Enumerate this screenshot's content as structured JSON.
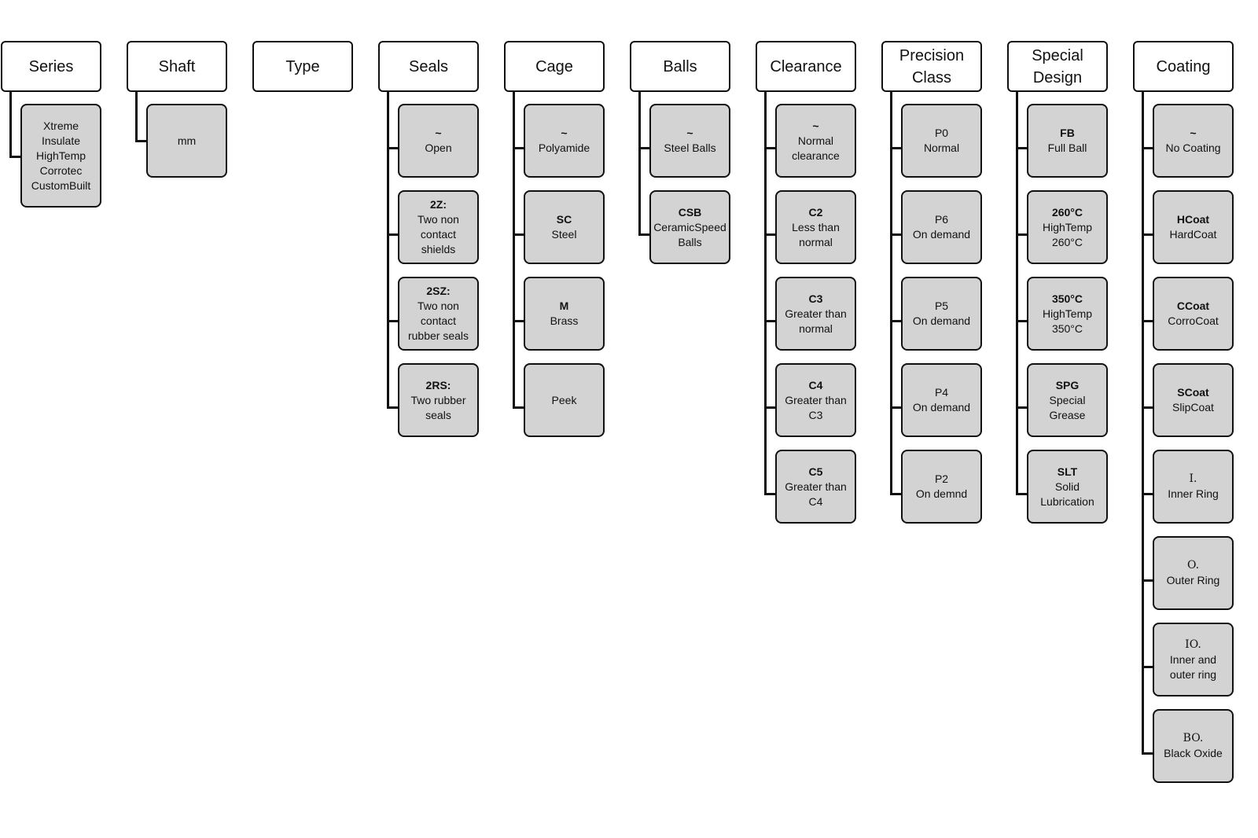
{
  "columns": [
    {
      "title": "Series",
      "items": [
        {
          "code": "",
          "desc": "Xtreme\nInsulate\nHighTemp\nCorrotec\nCustomBuilt",
          "tall": true
        }
      ]
    },
    {
      "title": "Shaft",
      "items": [
        {
          "code": "",
          "desc": "mm"
        }
      ]
    },
    {
      "title": "Type",
      "items": []
    },
    {
      "title": "Seals",
      "items": [
        {
          "code": "~",
          "desc": "Open",
          "style": "bold"
        },
        {
          "code": "2Z:",
          "desc": "Two non\ncontact\nshields",
          "style": "bold"
        },
        {
          "code": "2SZ:",
          "desc": "Two non\ncontact\nrubber seals",
          "style": "bold"
        },
        {
          "code": "2RS:",
          "desc": "Two rubber\nseals",
          "style": "bold"
        }
      ]
    },
    {
      "title": "Cage",
      "items": [
        {
          "code": "~",
          "desc": "Polyamide",
          "style": "bold"
        },
        {
          "code": "SC",
          "desc": "Steel",
          "style": "bold"
        },
        {
          "code": "M",
          "desc": "Brass",
          "style": "bold"
        },
        {
          "code": "",
          "desc": "Peek"
        }
      ]
    },
    {
      "title": "Balls",
      "items": [
        {
          "code": "~",
          "desc": "Steel Balls",
          "style": "bold"
        },
        {
          "code": "CSB",
          "desc": "CeramicSpeed\nBalls",
          "style": "bold"
        }
      ]
    },
    {
      "title": "Clearance",
      "items": [
        {
          "code": "~",
          "desc": "Normal\nclearance",
          "style": "bold"
        },
        {
          "code": "C2",
          "desc": "Less than\nnormal",
          "style": "bold"
        },
        {
          "code": "C3",
          "desc": "Greater than\nnormal",
          "style": "bold"
        },
        {
          "code": "C4",
          "desc": "Greater than\nC3",
          "style": "bold"
        },
        {
          "code": "C5",
          "desc": "Greater than\nC4",
          "style": "bold"
        }
      ]
    },
    {
      "title": "Precision\nClass",
      "items": [
        {
          "code": "P0",
          "desc": "Normal"
        },
        {
          "code": "P6",
          "desc": "On demand"
        },
        {
          "code": "P5",
          "desc": "On demand"
        },
        {
          "code": "P4",
          "desc": "On demand"
        },
        {
          "code": "P2",
          "desc": "On demnd"
        }
      ]
    },
    {
      "title": "Special\nDesign",
      "items": [
        {
          "code": "FB",
          "desc": "Full Ball",
          "style": "bold"
        },
        {
          "code": "260°C",
          "desc": "HighTemp\n260°C",
          "style": "bold"
        },
        {
          "code": "350°C",
          "desc": "HighTemp\n350°C",
          "style": "bold"
        },
        {
          "code": "SPG",
          "desc": "Special\nGrease",
          "style": "bold"
        },
        {
          "code": "SLT",
          "desc": "Solid\nLubrication",
          "style": "bold"
        }
      ]
    },
    {
      "title": "Coating",
      "items": [
        {
          "code": "~",
          "desc": "No Coating",
          "style": "bold"
        },
        {
          "code": "HCoat",
          "desc": "HardCoat",
          "style": "bold"
        },
        {
          "code": "CCoat",
          "desc": "CorroCoat",
          "style": "bold"
        },
        {
          "code": "SCoat",
          "desc": "SlipCoat",
          "style": "bold"
        },
        {
          "code": "I.",
          "desc": "Inner Ring",
          "style": "serif"
        },
        {
          "code": "O.",
          "desc": "Outer Ring",
          "style": "serif"
        },
        {
          "code": "IO.",
          "desc": "Inner and\nouter ring",
          "style": "serif"
        },
        {
          "code": "BO.",
          "desc": "Black Oxide",
          "style": "serif"
        }
      ]
    }
  ]
}
